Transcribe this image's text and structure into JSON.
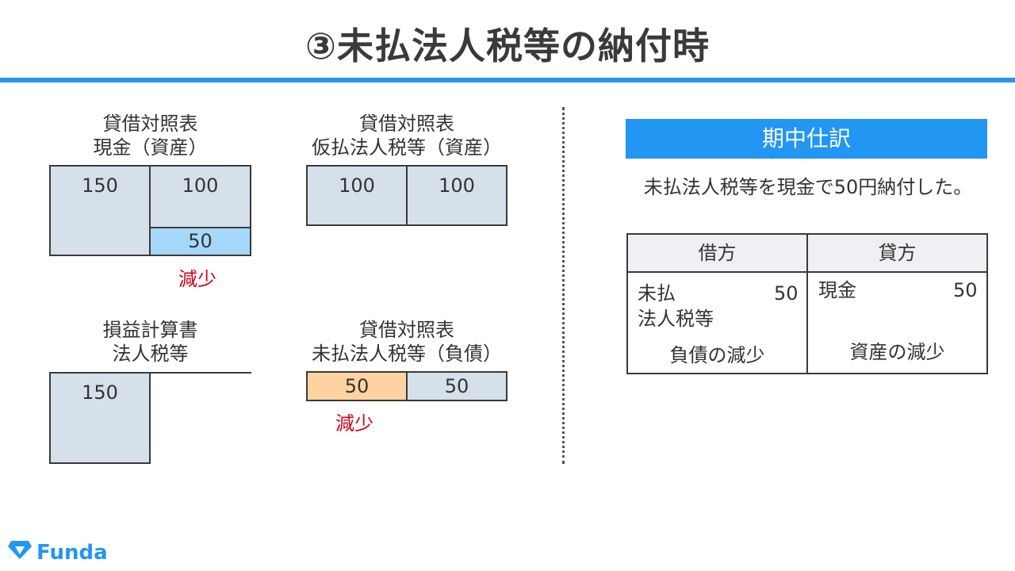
{
  "title": "③未払法人税等の納付時",
  "cash_account": {
    "label_line1": "貸借対照表",
    "label_line2": "現金（資産）",
    "debit": "150",
    "credit": "100",
    "decrease_amount": "50",
    "decrease_note": "減少"
  },
  "prepaid_tax_account": {
    "label_line1": "貸借対照表",
    "label_line2": "仮払法人税等（資産）",
    "debit": "100",
    "credit": "100"
  },
  "income_tax_account": {
    "label_line1": "損益計算書",
    "label_line2": "法人税等",
    "debit": "150"
  },
  "unpaid_tax_account": {
    "label_line1": "貸借対照表",
    "label_line2": "未払法人税等（負債）",
    "decrease_amount": "50",
    "credit": "50",
    "decrease_note": "減少"
  },
  "journal": {
    "banner": "期中仕訳",
    "description": "未払法人税等を現金で50円納付した。",
    "debit_header": "借方",
    "credit_header": "貸方",
    "debit_account_line1": "未払",
    "debit_account_line2": "法人税等",
    "debit_amount": "50",
    "credit_account": "現金",
    "credit_amount": "50",
    "debit_note": "負債の減少",
    "credit_note": "資産の減少"
  },
  "logo": {
    "text": "Funda"
  },
  "colors": {
    "accent": "#2196f3",
    "box_fill": "#d5e0ea",
    "highlight_blue": "#a6d8fb",
    "highlight_orange": "#fcd3a1",
    "note_red": "#d0021b"
  }
}
